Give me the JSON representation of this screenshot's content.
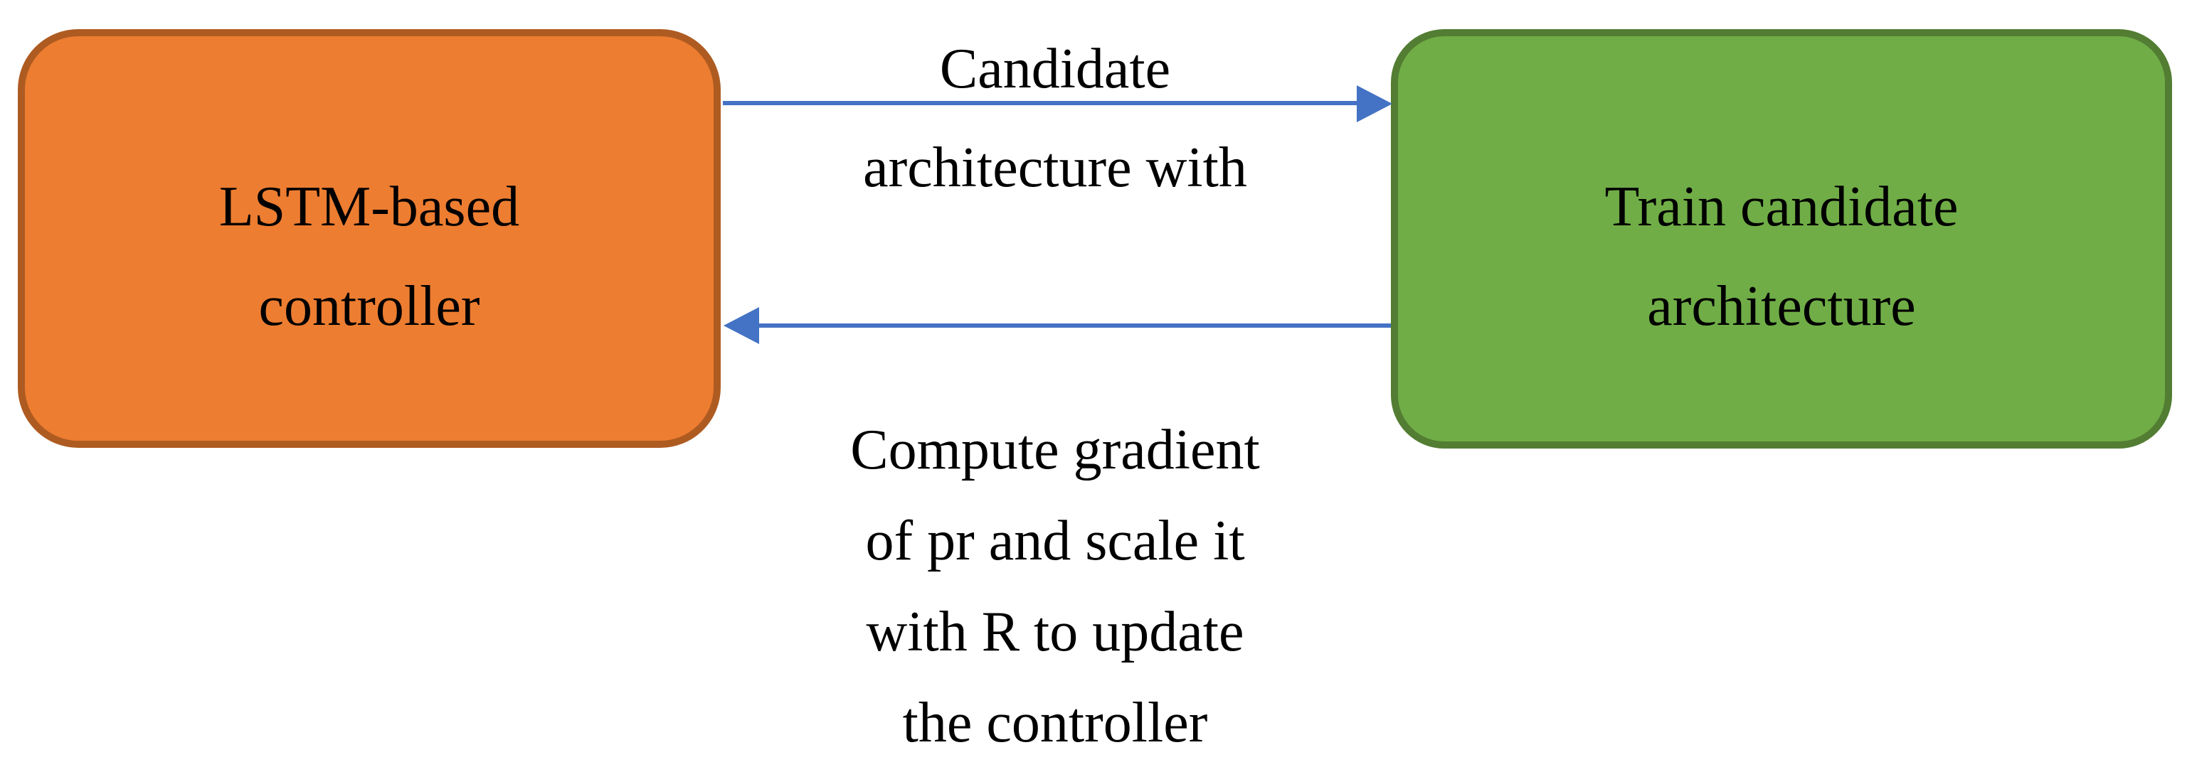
{
  "diagram": {
    "background": "#ffffff",
    "text_color": "#000000",
    "arrow_color": "#4472C4",
    "nodes": [
      {
        "id": "lstm-controller",
        "lines": [
          "LSTM-based",
          "controller"
        ],
        "fill": "#ED7D31",
        "border": "#AE5B21"
      },
      {
        "id": "train-candidate-architecture",
        "lines": [
          "Train candidate",
          "architecture"
        ],
        "fill": "#70AD47",
        "border": "#527D32"
      }
    ],
    "arrows": [
      {
        "id": "controller-to-train",
        "direction": "right",
        "from": "lstm-controller",
        "to": "train-candidate-architecture",
        "label_lines": [
          "Candidate",
          "architecture with"
        ]
      },
      {
        "id": "train-to-controller",
        "direction": "left",
        "from": "train-candidate-architecture",
        "to": "lstm-controller",
        "label_lines": [
          "Compute gradient",
          "of pr and scale it",
          "with R to update",
          "the controller"
        ]
      }
    ]
  }
}
